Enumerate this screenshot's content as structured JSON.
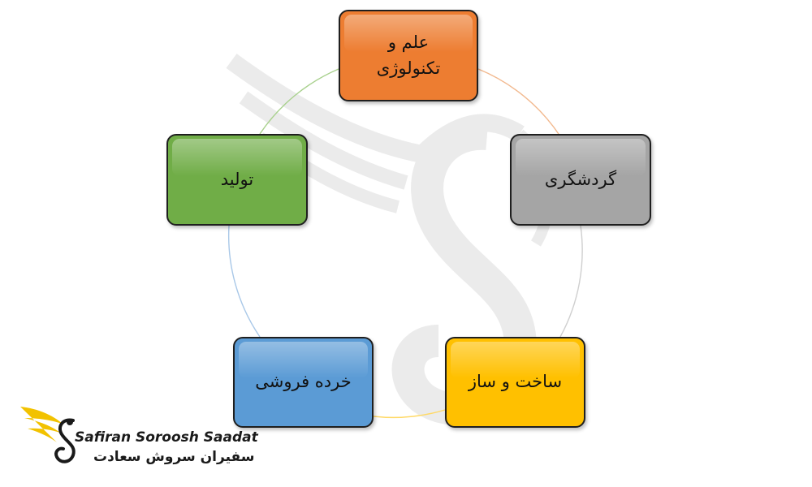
{
  "diagram": {
    "type": "cycle",
    "nodes": [
      {
        "id": "top",
        "label": "علم و\nتکنولوژی",
        "color": "#ed7d31"
      },
      {
        "id": "right",
        "label": "گردشگری",
        "color": "#a5a5a5"
      },
      {
        "id": "bottom-right",
        "label": "ساخت و ساز",
        "color": "#ffc000"
      },
      {
        "id": "bottom-left",
        "label": "خرده فروشی",
        "color": "#5b9bd5"
      },
      {
        "id": "left",
        "label": "تولید",
        "color": "#70ad47"
      }
    ],
    "edge_colors": [
      "#ed7d31",
      "#a5a5a5",
      "#ffc000",
      "#5b9bd5",
      "#70ad47"
    ]
  },
  "logo": {
    "text_en": "Safiran Soroosh Saadat",
    "text_fa": "سفیران سروش سعادت",
    "wing_color": "#f2c200",
    "icon": "swan-wing-logo-icon"
  }
}
